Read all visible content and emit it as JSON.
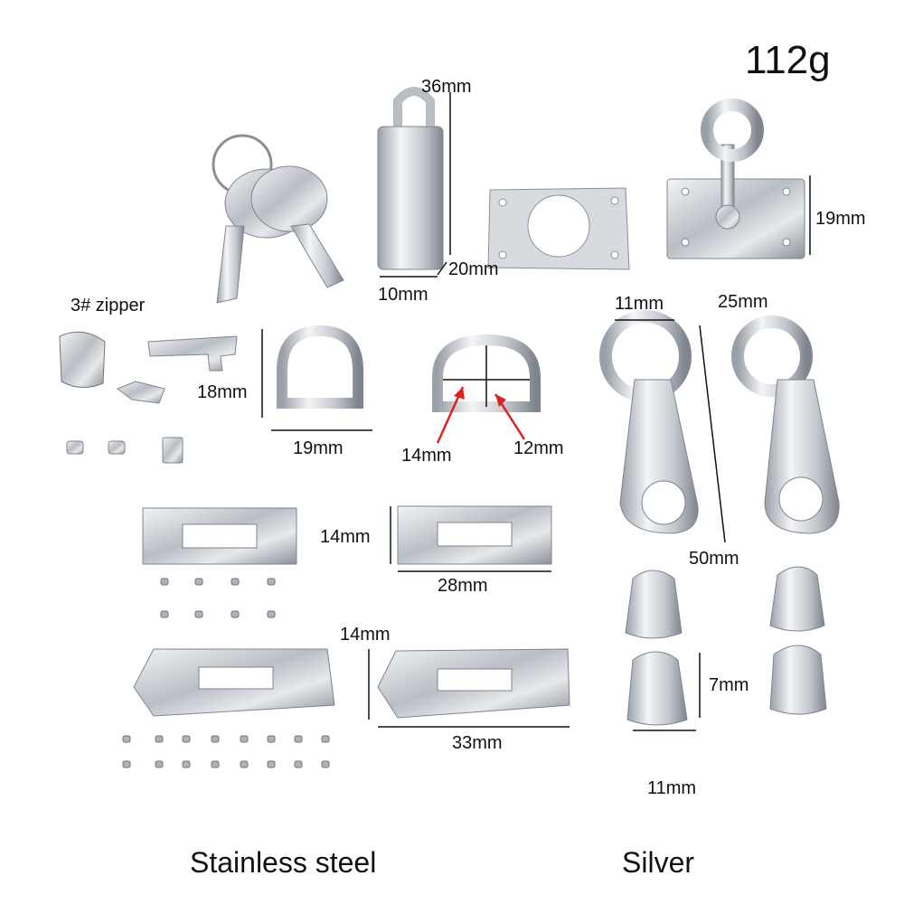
{
  "weight": "112g",
  "footer": {
    "left": "Stainless steel",
    "right": "Silver"
  },
  "labels": {
    "zipper": "3# zipper",
    "lock_height": "36mm",
    "lock_depth": "20mm",
    "lock_width": "10mm",
    "eye_plate_height": "19mm",
    "eye_plate_width": "25mm",
    "ring_inner": "11mm",
    "d_ring_height": "18mm",
    "d_ring_width": "19mm",
    "d_ring_inner_w": "14mm",
    "d_ring_inner_h": "12mm",
    "small_plate_height": "14mm",
    "small_plate_width": "28mm",
    "clasp_length": "50mm",
    "large_plate_height": "14mm",
    "large_plate_width": "33mm",
    "stud_height": "7mm",
    "stud_width": "11mm"
  },
  "colors": {
    "metal": "#c9ccd1",
    "metal_dark": "#8b9098",
    "highlight": "#f4f6f8",
    "arrow": "#e02020"
  }
}
